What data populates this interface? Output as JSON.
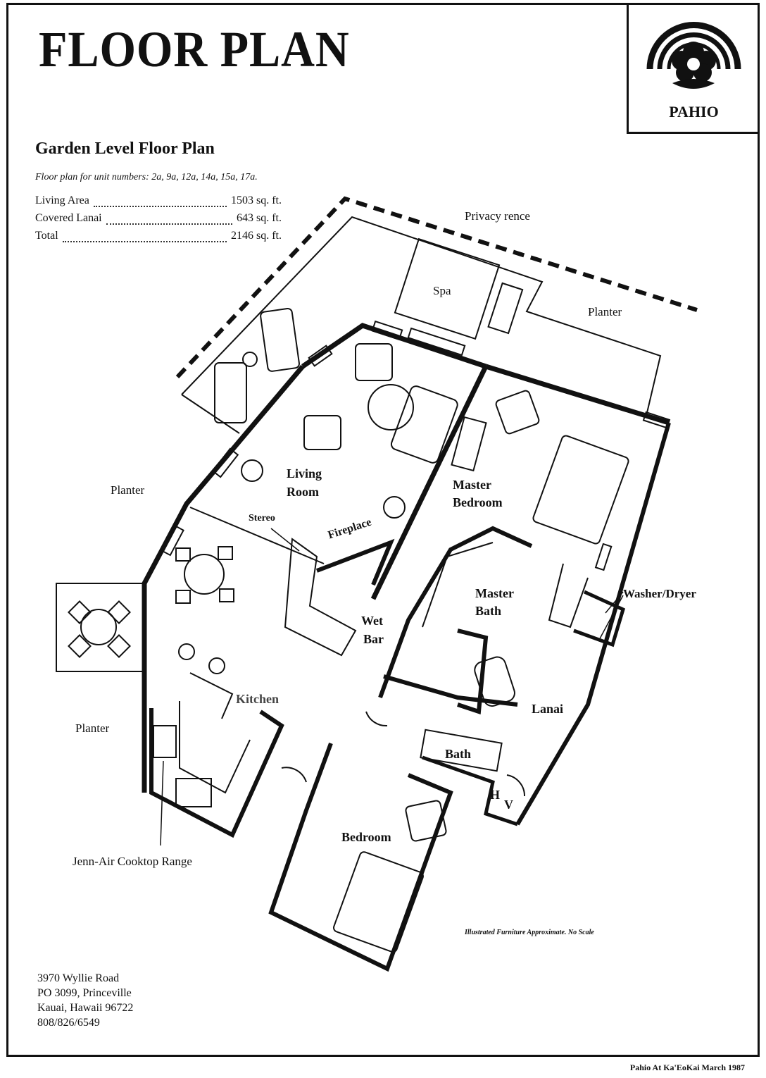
{
  "header": {
    "title": "FLOOR PLAN",
    "logo_text": "PAHIO"
  },
  "plan_info": {
    "subtitle": "Garden Level Floor Plan",
    "units_note": "Floor plan for unit numbers: 2a, 9a, 12a, 14a, 15a, 17a.",
    "areas": [
      {
        "label": "Living Area",
        "value": "1503 sq. ft."
      },
      {
        "label": "Covered Lanai",
        "value": "643 sq. ft."
      },
      {
        "label": "Total",
        "value": "2146 sq. ft."
      }
    ]
  },
  "rooms": {
    "privacy_fence": "Privacy rence",
    "spa": "Spa",
    "planter_top": "Planter",
    "planter_left": "Planter",
    "planter_lower": "Planter",
    "living_room_1": "Living",
    "living_room_2": "Room",
    "master_bedroom_1": "Master",
    "master_bedroom_2": "Bedroom",
    "stereo": "Stereo",
    "fireplace": "Fireplace",
    "master_bath_1": "Master",
    "master_bath_2": "Bath",
    "washer_dryer": "Washer/Dryer",
    "wet_bar_1": "Wet",
    "wet_bar_2": "Bar",
    "kitchen": "Kitchen",
    "lanai": "Lanai",
    "bath": "Bath",
    "h": "H",
    "v": "V",
    "bedroom": "Bedroom",
    "cooktop": "Jenn-Air Cooktop Range"
  },
  "note": "Illustrated Furniture Approximate. No Scale",
  "address": {
    "line1": "3970 Wyllie Road",
    "line2": "PO 3099, Princeville",
    "line3": "Kauai, Hawaii 96722",
    "line4": "808/826/6549"
  },
  "footer": "Pahio At Ka'EoKai March 1987"
}
